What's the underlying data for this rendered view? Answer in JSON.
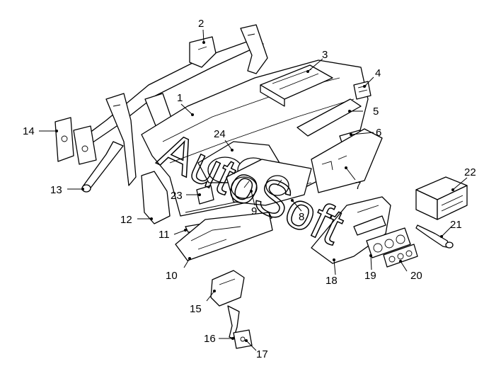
{
  "diagram": {
    "watermark": "AutoSoft",
    "callouts": [
      {
        "id": "1",
        "label": "1"
      },
      {
        "id": "2",
        "label": "2"
      },
      {
        "id": "3",
        "label": "3"
      },
      {
        "id": "4",
        "label": "4"
      },
      {
        "id": "5",
        "label": "5"
      },
      {
        "id": "6",
        "label": "6"
      },
      {
        "id": "7",
        "label": "7"
      },
      {
        "id": "8",
        "label": "8"
      },
      {
        "id": "9",
        "label": "9"
      },
      {
        "id": "10",
        "label": "10"
      },
      {
        "id": "11",
        "label": "11"
      },
      {
        "id": "12",
        "label": "12"
      },
      {
        "id": "13",
        "label": "13"
      },
      {
        "id": "14",
        "label": "14"
      },
      {
        "id": "15",
        "label": "15"
      },
      {
        "id": "16",
        "label": "16"
      },
      {
        "id": "17",
        "label": "17"
      },
      {
        "id": "18",
        "label": "18"
      },
      {
        "id": "19",
        "label": "19"
      },
      {
        "id": "20",
        "label": "20"
      },
      {
        "id": "21",
        "label": "21"
      },
      {
        "id": "22",
        "label": "22"
      },
      {
        "id": "23",
        "label": "23"
      },
      {
        "id": "24",
        "label": "24"
      }
    ]
  }
}
